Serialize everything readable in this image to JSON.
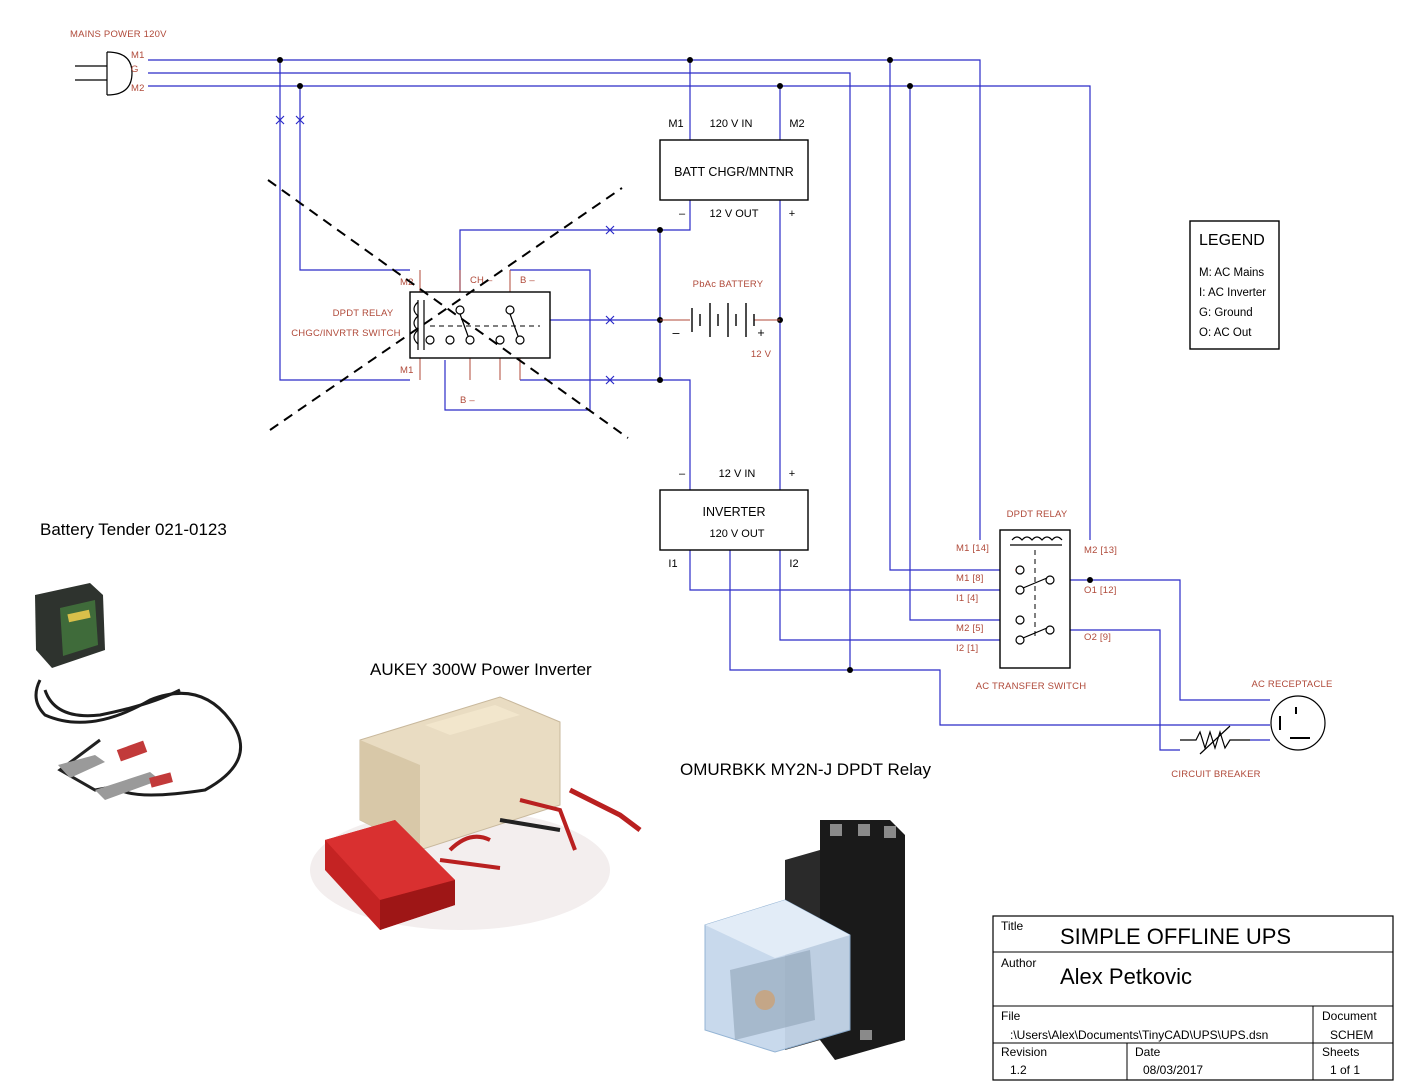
{
  "mains": {
    "title": "MAINS POWER 120V",
    "m1": "M1",
    "g": "G",
    "m2": "M2"
  },
  "charger": {
    "in_label": "120 V IN",
    "m1": "M1",
    "m2": "M2",
    "name": "BATT CHGR/MNTNR",
    "out_label": "12 V OUT",
    "neg": "–",
    "pos": "+"
  },
  "battery": {
    "name": "PbAc BATTERY",
    "voltage": "12 V",
    "neg": "–",
    "pos": "+"
  },
  "inverter": {
    "in_label": "12 V IN",
    "neg": "–",
    "pos": "+",
    "name": "INVERTER",
    "out_label": "120 V OUT",
    "i1": "I1",
    "i2": "I2"
  },
  "old_relay": {
    "name": "DPDT RELAY",
    "subtitle": "CHGC/INVRTR SWITCH",
    "m2": "M2",
    "m1": "M1",
    "ch": "CH –",
    "b_top": "B –",
    "b_bottom": "B –"
  },
  "transfer_relay": {
    "name": "DPDT RELAY",
    "subtitle": "AC TRANSFER SWITCH",
    "m1_14": "M1 [14]",
    "m2_13": "M2 [13]",
    "m1_8": "M1 [8]",
    "i1_4": "I1 [4]",
    "m2_5": "M2 [5]",
    "i2_1": "I2 [1]",
    "o1_12": "O1 [12]",
    "o2_9": "O2 [9]"
  },
  "receptacle": {
    "name": "AC RECEPTACLE"
  },
  "breaker": {
    "name": "CIRCUIT BREAKER"
  },
  "legend": {
    "title": "LEGEND",
    "items": [
      "M: AC Mains",
      "I: AC Inverter",
      "G: Ground",
      "O: AC Out"
    ]
  },
  "captions": {
    "tender": "Battery Tender 021-0123",
    "inverter": "AUKEY 300W Power Inverter",
    "relay": "OMURBKK MY2N-J DPDT Relay"
  },
  "title_block": {
    "title_label": "Title",
    "title": "SIMPLE OFFLINE UPS",
    "author_label": "Author",
    "author": "Alex Petkovic",
    "file_label": "File",
    "file": ":\\Users\\Alex\\Documents\\TinyCAD\\UPS\\UPS.dsn",
    "document_label": "Document",
    "document": "SCHEM",
    "revision_label": "Revision",
    "revision": "1.2",
    "date_label": "Date",
    "date": "08/03/2017",
    "sheets_label": "Sheets",
    "sheets": "1 of 1"
  },
  "colors": {
    "wire": "#2b2bc8",
    "label": "#b04a3a",
    "ink": "#000000"
  }
}
